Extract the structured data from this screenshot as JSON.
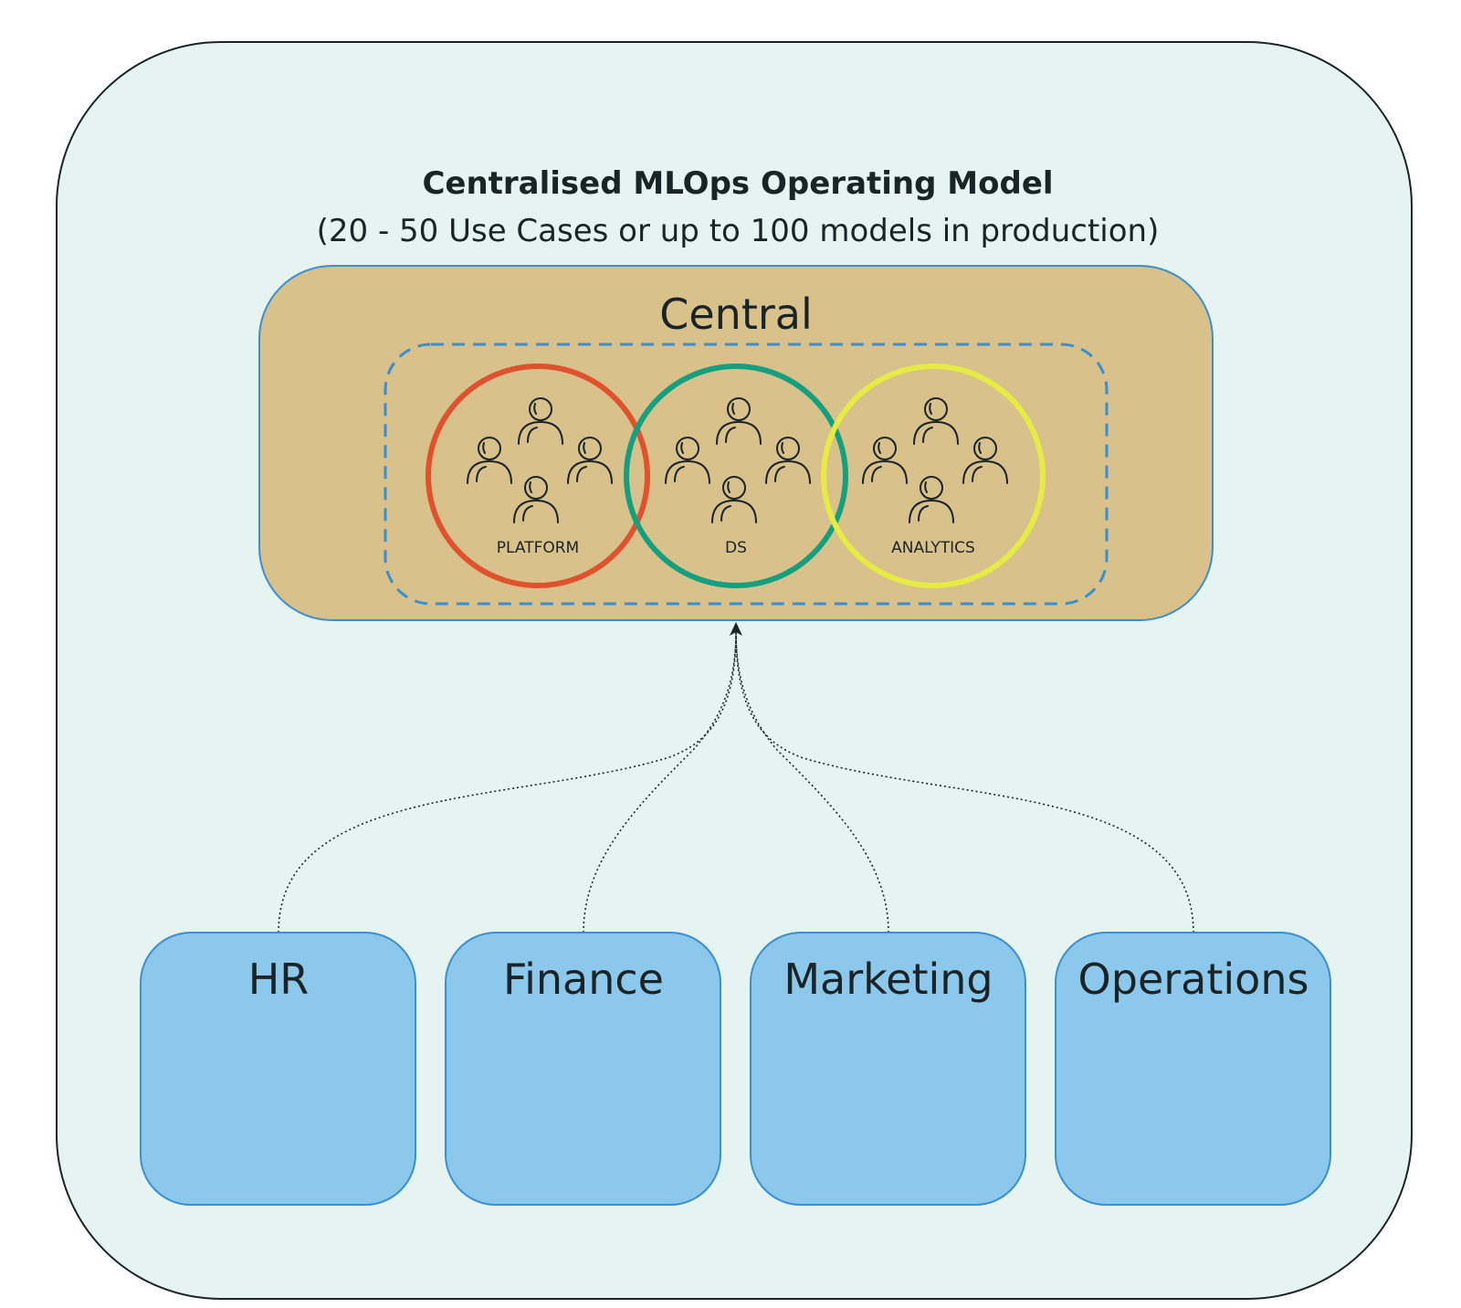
{
  "diagram": {
    "title": "Centralised MLOps Operating Model",
    "subtitle": "(20 - 50 Use Cases or up to 100 models in production)",
    "central": {
      "label": "Central",
      "teams": [
        {
          "label": "PLATFORM",
          "color": "#e0512e"
        },
        {
          "label": "DS",
          "color": "#14a07e"
        },
        {
          "label": "ANALYTICS",
          "color": "#e6ec43"
        }
      ]
    },
    "departments": [
      {
        "label": "HR"
      },
      {
        "label": "Finance"
      },
      {
        "label": "Marketing"
      },
      {
        "label": "Operations"
      }
    ],
    "colors": {
      "outer_fill": "#e6f4f1",
      "central_fill": "#d8c18a",
      "department_fill": "#8cc8eb",
      "border_blue": "#3a8fd0",
      "dashed_blue": "#3a8fd0",
      "text": "#1a2326"
    }
  }
}
